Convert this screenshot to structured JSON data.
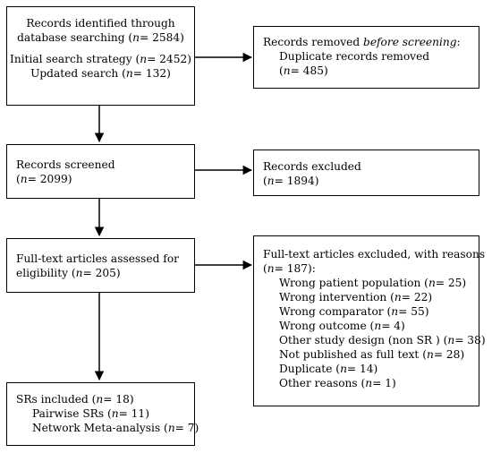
{
  "identification": {
    "l1": "Records identified through",
    "l2a": "database searching (",
    "l2n": "n",
    "l2b": "= 2584)",
    "l3a": "Initial search strategy (",
    "l3n": "n",
    "l3b": "= 2452)",
    "l4a": "Updated search (",
    "l4n": "n",
    "l4b": "= 132)"
  },
  "removed": {
    "l1a": "Records removed ",
    "l1i": "before screening",
    "l1b": ":",
    "l2": "Duplicate records removed",
    "l3a": "(",
    "l3n": "n",
    "l3b": "= 485)"
  },
  "screened": {
    "l1": "Records screened",
    "l2a": "(",
    "l2n": "n",
    "l2b": "= 2099)"
  },
  "excluded": {
    "l1": "Records excluded",
    "l2a": "(",
    "l2n": "n",
    "l2b": "= 1894)"
  },
  "fulltext": {
    "l1": "Full-text articles assessed for",
    "l2a": "eligibility (",
    "l2n": "n",
    "l2b": "= 205)"
  },
  "ft_excluded": {
    "l1": "Full-text articles excluded, with reasons",
    "l2a": "(",
    "l2n": "n",
    "l2b": "= 187):",
    "reasons": [
      {
        "a": "Wrong patient population (",
        "n": "n",
        "b": "= 25)"
      },
      {
        "a": "Wrong intervention (",
        "n": "n",
        "b": "= 22)"
      },
      {
        "a": "Wrong comparator (",
        "n": "n",
        "b": "= 55)"
      },
      {
        "a": "Wrong outcome (",
        "n": "n",
        "b": "= 4)"
      },
      {
        "a": "Other study design (non SR ) (",
        "n": "n",
        "b": "= 38)"
      },
      {
        "a": "Not published as full text (",
        "n": "n",
        "b": "= 28)"
      },
      {
        "a": "Duplicate (",
        "n": "n",
        "b": "= 14)"
      },
      {
        "a": "Other reasons (",
        "n": "n",
        "b": "= 1)"
      }
    ]
  },
  "included": {
    "l1a": "SRs included (",
    "l1n": "n",
    "l1b": "= 18)",
    "l2a": "Pairwise SRs (",
    "l2n": "n",
    "l2b": "= 11)",
    "l3a": "Network Meta-analysis (",
    "l3n": "n",
    "l3b": "= 7)"
  },
  "colors": {
    "line": "#000000",
    "background": "#ffffff"
  }
}
